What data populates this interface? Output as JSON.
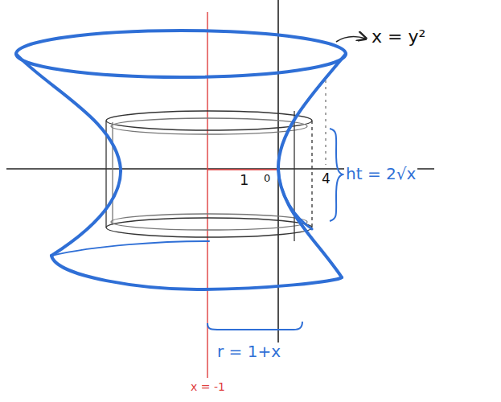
{
  "diagram": {
    "labels": [
      "x = y²",
      "1",
      "0",
      "4",
      "ht = 2√x",
      "r = 1+x",
      "x = -1"
    ]
  }
}
